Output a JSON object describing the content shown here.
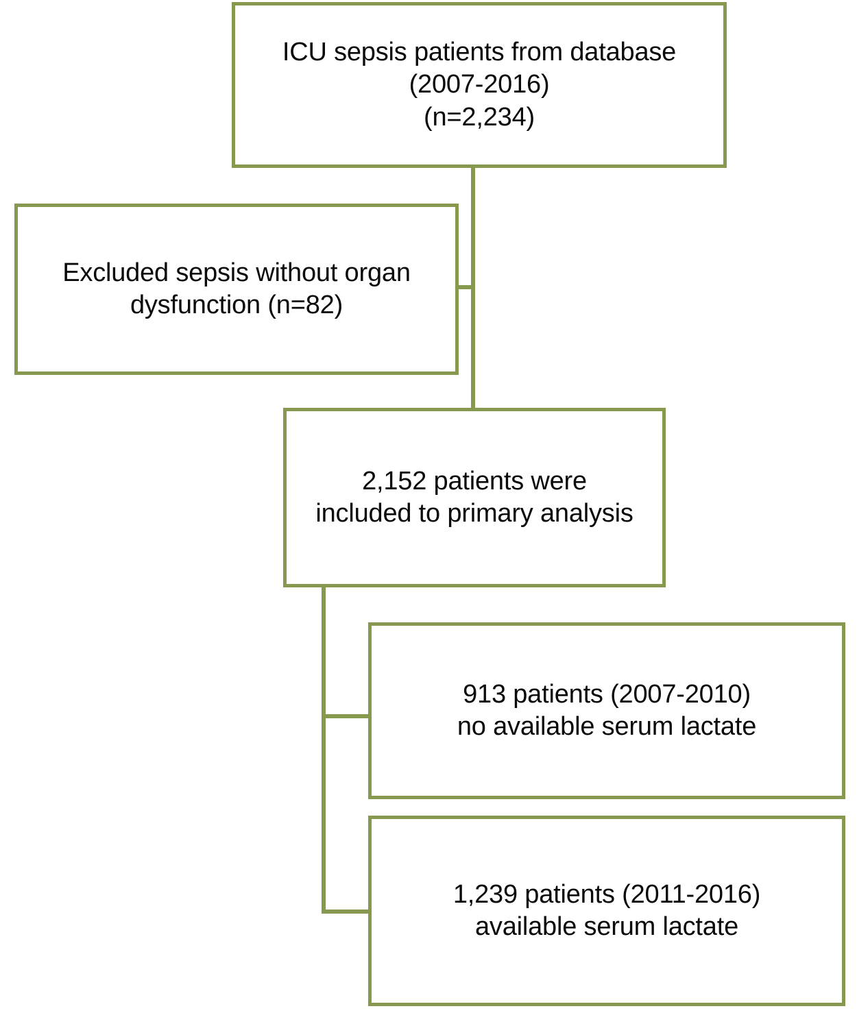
{
  "diagram": {
    "title": "ICU sepsis patient selection flow diagram",
    "type": "flowchart",
    "accent_color": "#86994e",
    "text_color": "#0a0a0a",
    "background_color": "#ffffff",
    "nodes": [
      {
        "id": "source",
        "role": "enrollment",
        "text": "ICU sepsis patients from database\n(2007-2016)\n(n=2,234)",
        "count": 2234,
        "period": "2007-2016"
      },
      {
        "id": "excluded",
        "role": "exclusion",
        "text": "Excluded sepsis without organ\ndysfunction (n=82)",
        "count": 82
      },
      {
        "id": "included",
        "role": "analysis",
        "text": "2,152 patients were\nincluded to primary analysis",
        "count": 2152
      },
      {
        "id": "no-lactate",
        "role": "subgroup",
        "text": "913 patients (2007-2010)\nno available serum lactate",
        "count": 913,
        "period": "2007-2010"
      },
      {
        "id": "has-lactate",
        "role": "subgroup",
        "text": "1,239 patients (2011-2016)\navailable serum lactate",
        "count": 1239,
        "period": "2011-2016"
      }
    ],
    "edges": [
      {
        "id": "trunk-upper",
        "from": "source",
        "to": "included"
      },
      {
        "id": "excluded-stub",
        "from": "source",
        "to": "excluded"
      },
      {
        "id": "trunk-lower",
        "from": "included",
        "to": "has-lactate"
      },
      {
        "id": "no-lactate",
        "from": "included",
        "to": "no-lactate"
      },
      {
        "id": "has-lactate",
        "from": "included",
        "to": "has-lactate"
      }
    ]
  }
}
